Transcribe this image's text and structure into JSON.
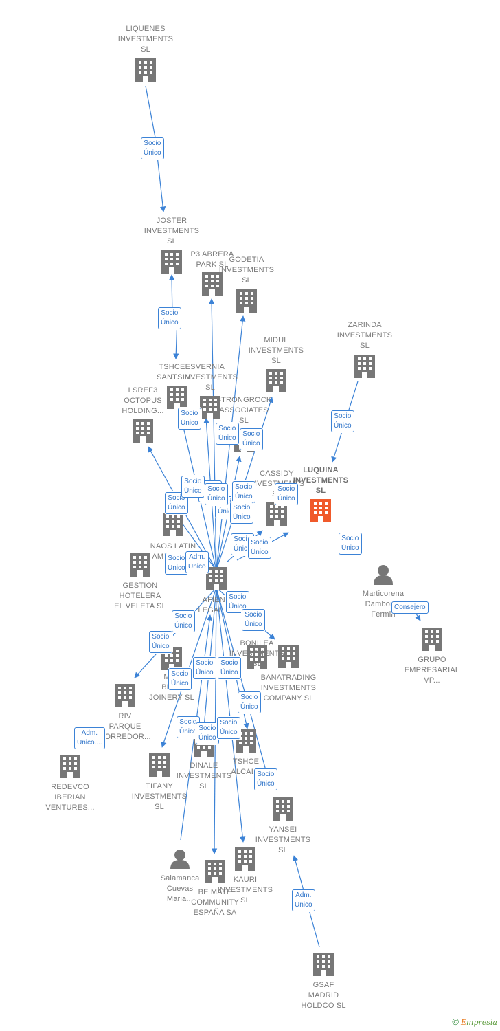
{
  "colors": {
    "company": "#777777",
    "focus": "#f05a2b",
    "person": "#777777",
    "edge": "#3b82d6"
  },
  "nodes": [
    {
      "id": "liquenes",
      "type": "company",
      "label": "LIQUENES\nINVESTMENTS\nSL"
    },
    {
      "id": "joster",
      "type": "company",
      "label": "JOSTER\nINVESTMENTS\nSL"
    },
    {
      "id": "p3abrera",
      "type": "company",
      "label": "P3 ABRERA\nPARK  SL"
    },
    {
      "id": "godetia",
      "type": "company",
      "label": "GODETIA\nINVESTMENTS\nSL"
    },
    {
      "id": "zarinda",
      "type": "company",
      "label": "ZARINDA\nINVESTMENTS\nSL"
    },
    {
      "id": "midul",
      "type": "company",
      "label": "MIDUL\nINVESTMENTS\nSL"
    },
    {
      "id": "tshcees",
      "type": "company",
      "label": "TSHCEES\nSANTSIM..."
    },
    {
      "id": "vernia",
      "type": "company",
      "label": "VERNIA\nINVESTMENTS\nSL"
    },
    {
      "id": "lsref3",
      "type": "company",
      "label": "LSREF3\nOCTOPUS\nHOLDING..."
    },
    {
      "id": "strongrock",
      "type": "company",
      "label": "STRONGROCK\nASSOCIATES\nSL"
    },
    {
      "id": "luquina",
      "type": "focus",
      "label": "LUQUINA\nINVESTMENTS\nSL"
    },
    {
      "id": "cassidy",
      "type": "company",
      "label": "CASSIDY\nINVESTMENTS\nSL"
    },
    {
      "id": "naos",
      "type": "company",
      "label": "NAOS LATIN\nAMERICA..."
    },
    {
      "id": "gestion",
      "type": "company",
      "label": "GESTION\nHOTELERA\nEL VELETA  SL"
    },
    {
      "id": "afiens",
      "type": "company",
      "label": "AFIENS\nLEGAL  SL"
    },
    {
      "id": "marticorena",
      "type": "person",
      "label": "Marticorena\nDambori...\nFermin"
    },
    {
      "id": "grupo",
      "type": "company",
      "label": "GRUPO\nEMPRESARIAL\nVP..."
    },
    {
      "id": "bonilea",
      "type": "company",
      "label": "BONILEA\nINVESTMENTS\nSL"
    },
    {
      "id": "banatrading",
      "type": "company",
      "label": "BANATRADING\nINVESTMENTS\nCOMPANY  SL"
    },
    {
      "id": "mal",
      "type": "company",
      "label": "MAL\nBEST\nJOINERY  SL"
    },
    {
      "id": "riv",
      "type": "company",
      "label": "RIV\nPARQUE\nCORREDOR..."
    },
    {
      "id": "redevco",
      "type": "company",
      "label": "REDEVCO\nIBERIAN\nVENTURES..."
    },
    {
      "id": "tifany",
      "type": "company",
      "label": "TIFANY\nINVESTMENTS\nSL"
    },
    {
      "id": "dinale",
      "type": "company",
      "label": "DINALE\nINVESTMENTS\nSL"
    },
    {
      "id": "tshce_alcala",
      "type": "company",
      "label": "TSHCE\nALCALA"
    },
    {
      "id": "yansei",
      "type": "company",
      "label": "YANSEI\nINVESTMENTS\nSL"
    },
    {
      "id": "salamanca",
      "type": "person",
      "label": "Salamanca\nCuevas\nMaria..."
    },
    {
      "id": "bemate",
      "type": "company",
      "label": "BE MATE\nCOMMUNITY\nESPAÑA SA"
    },
    {
      "id": "kauri",
      "type": "company",
      "label": "KAURI\nINVESTMENTS\nSL"
    },
    {
      "id": "gsaf",
      "type": "company",
      "label": "GSAF\nMADRID\nHOLDCO  SL"
    }
  ],
  "relations": [
    "Socio\nÚnico",
    "Socio\nÚnico",
    "Socio\nÚnico",
    "Socio\nÚnico",
    "Socio\nÚnico",
    "Socio\nÚnico",
    "Socio\nÚnico",
    "Socio\nÚnico",
    "Socio\nÚnico",
    "Socio\nÚnico",
    "Socio\nÚnico",
    "Socio\nÚnico",
    "Socio\nÚnico",
    "Socio\nÚnico",
    "Adm.\nUnico",
    "Socio\nÚnico",
    "Socio\nÚnico",
    "Consejero",
    "Socio\nÚnico",
    "Socio\nÚnico",
    "Socio\nÚnico",
    "Socio\nÚnico",
    "Socio\nÚnico",
    "Socio\nÚnico",
    "Socio\nÚnico",
    "Socio\nÚnico",
    "Socio\nÚnico",
    "Socio\nÚnico",
    "Adm.\nUnico",
    "Adm.\nUnico....",
    "Socio\nÚnico",
    "Socio\nÚnico",
    "Socio\nÚnico",
    "Socio\nÚnico"
  ],
  "footer": {
    "copyright": "©",
    "brand_first": "E",
    "brand_rest": "mpresia"
  }
}
